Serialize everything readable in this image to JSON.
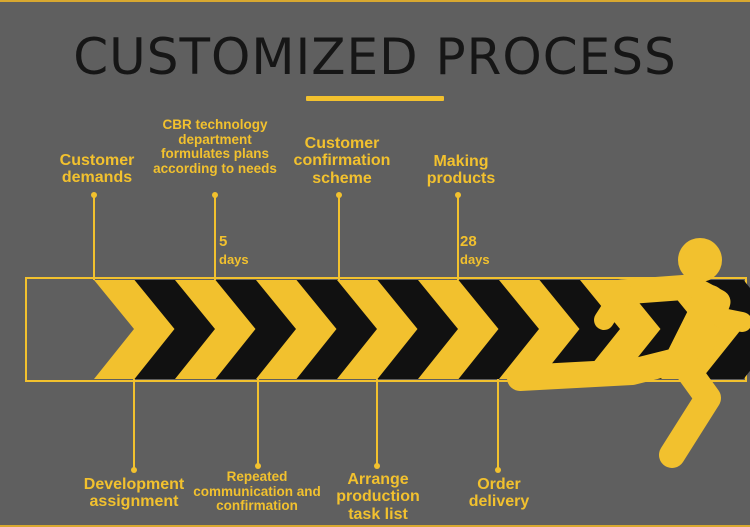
{
  "title": "CUSTOMIZED PROCESS",
  "steps_top": [
    {
      "label": "Customer demands"
    },
    {
      "label": "CBR technology department formulates plans according to needs"
    },
    {
      "label": "Customer confirmation scheme"
    },
    {
      "label": "Making products"
    }
  ],
  "steps_bottom": [
    {
      "label": "Development assignment"
    },
    {
      "label": "Repeated communication and confirmation"
    },
    {
      "label": "Arrange production task list"
    },
    {
      "label": "Order delivery"
    }
  ],
  "durations": [
    {
      "value": "5",
      "unit": "days"
    },
    {
      "value": "28",
      "unit": "days"
    }
  ],
  "colors": {
    "background": "#5f5f5f",
    "accent": "#f2c12e",
    "dark": "#111111",
    "frame": "#d8a830",
    "title": "#161616"
  },
  "icons": {
    "runner": "running-person-icon",
    "chevron": "chevron-right-icon"
  }
}
